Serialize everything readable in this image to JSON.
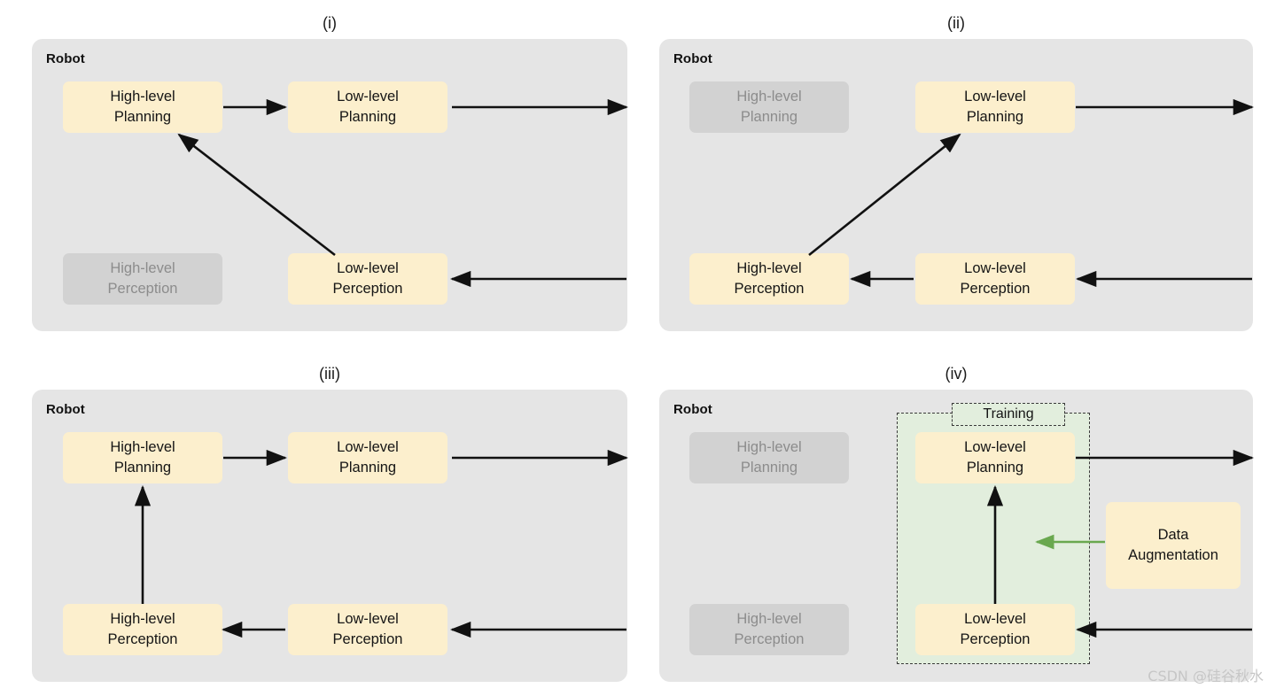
{
  "watermark": "CSDN @硅谷秋水",
  "colors": {
    "panel_bg": "#e5e5e5",
    "node_active_bg": "#fcefcd",
    "node_disabled_bg": "#d2d2d2",
    "node_disabled_text": "#8c8c8c",
    "training_bg": "#e2eedd",
    "training_border": "#3a3a3a",
    "arrow_black": "#111111",
    "arrow_green": "#6aa84f",
    "watermark": "#c6c6c6"
  },
  "panels": [
    {
      "caption": "(i)",
      "container_label": "Robot",
      "nodes": [
        {
          "name": "high-level-planning",
          "state": "active",
          "line1": "High-level",
          "line2": "Planning"
        },
        {
          "name": "low-level-planning",
          "state": "active",
          "line1": "Low-level",
          "line2": "Planning"
        },
        {
          "name": "high-level-perception",
          "state": "disabled",
          "line1": "High-level",
          "line2": "Perception"
        },
        {
          "name": "low-level-perception",
          "state": "active",
          "line1": "Low-level",
          "line2": "Perception"
        }
      ]
    },
    {
      "caption": "(ii)",
      "container_label": "Robot",
      "nodes": [
        {
          "name": "high-level-planning",
          "state": "disabled",
          "line1": "High-level",
          "line2": "Planning"
        },
        {
          "name": "low-level-planning",
          "state": "active",
          "line1": "Low-level",
          "line2": "Planning"
        },
        {
          "name": "high-level-perception",
          "state": "active",
          "line1": "High-level",
          "line2": "Perception"
        },
        {
          "name": "low-level-perception",
          "state": "active",
          "line1": "Low-level",
          "line2": "Perception"
        }
      ]
    },
    {
      "caption": "(iii)",
      "container_label": "Robot",
      "nodes": [
        {
          "name": "high-level-planning",
          "state": "active",
          "line1": "High-level",
          "line2": "Planning"
        },
        {
          "name": "low-level-planning",
          "state": "active",
          "line1": "Low-level",
          "line2": "Planning"
        },
        {
          "name": "high-level-perception",
          "state": "active",
          "line1": "High-level",
          "line2": "Perception"
        },
        {
          "name": "low-level-perception",
          "state": "active",
          "line1": "Low-level",
          "line2": "Perception"
        }
      ]
    },
    {
      "caption": "(iv)",
      "container_label": "Robot",
      "training_label": "Training",
      "nodes": [
        {
          "name": "high-level-planning",
          "state": "disabled",
          "line1": "High-level",
          "line2": "Planning"
        },
        {
          "name": "low-level-planning",
          "state": "active",
          "line1": "Low-level",
          "line2": "Planning"
        },
        {
          "name": "high-level-perception",
          "state": "disabled",
          "line1": "High-level",
          "line2": "Perception"
        },
        {
          "name": "low-level-perception",
          "state": "active",
          "line1": "Low-level",
          "line2": "Perception"
        },
        {
          "name": "data-augmentation",
          "state": "aug",
          "line1": "Data",
          "line2": "Augmentation"
        }
      ]
    }
  ]
}
